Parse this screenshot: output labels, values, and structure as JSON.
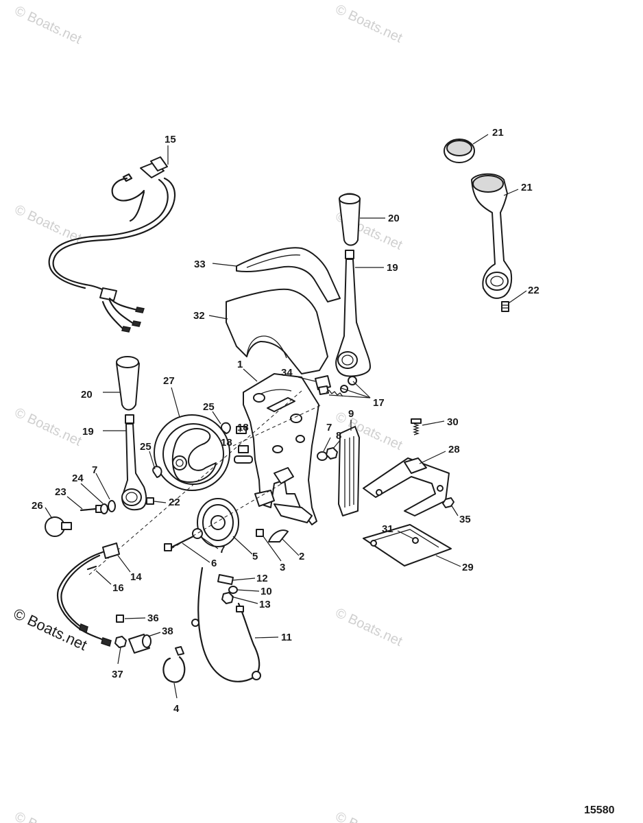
{
  "watermark": "© Boats.net",
  "figure_number": "15580",
  "callouts": {
    "c1": "1",
    "c2": "2",
    "c3": "3",
    "c4": "4",
    "c5": "5",
    "c6": "6",
    "c7a": "7",
    "c7b": "7",
    "c7c": "7",
    "c8": "8",
    "c9": "9",
    "c10": "10",
    "c11": "11",
    "c12": "12",
    "c13": "13",
    "c14": "14",
    "c15": "15",
    "c16": "16",
    "c17": "17",
    "c18a": "18",
    "c18b": "18",
    "c19a": "19",
    "c19b": "19",
    "c20a": "20",
    "c20b": "20",
    "c21a": "21",
    "c21b": "21",
    "c22a": "22",
    "c22b": "22",
    "c23": "23",
    "c24": "24",
    "c25a": "25",
    "c25b": "25",
    "c26": "26",
    "c27": "27",
    "c28": "28",
    "c29": "29",
    "c30": "30",
    "c31": "31",
    "c32": "32",
    "c33": "33",
    "c34": "34",
    "c35": "35",
    "c36": "36",
    "c37": "37",
    "c38": "38"
  }
}
